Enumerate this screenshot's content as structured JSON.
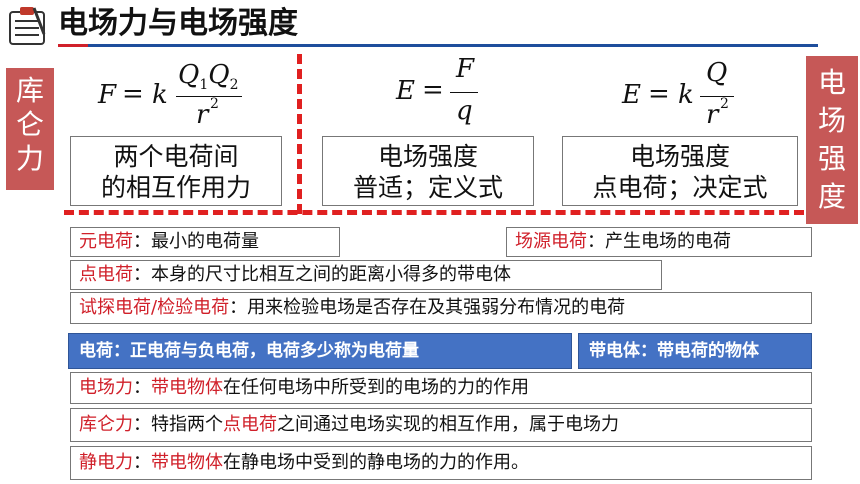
{
  "header": {
    "title": "电场力与电场强度"
  },
  "left_label": {
    "chars": [
      "库",
      "仑",
      "力"
    ]
  },
  "right_label": {
    "chars": [
      "电",
      "场",
      "强",
      "度"
    ]
  },
  "formulas": {
    "coulomb": {
      "lhs": "F",
      "eq": "=",
      "k": "k",
      "num_q1": "Q",
      "sub1": "1",
      "num_q2": "Q",
      "sub2": "2",
      "den": "r",
      "exp": "2"
    },
    "definition": {
      "lhs": "E",
      "eq": "=",
      "num": "F",
      "den": "q"
    },
    "point": {
      "lhs": "E",
      "eq": "=",
      "k": "k",
      "num": "Q",
      "den": "r",
      "exp": "2"
    }
  },
  "formula_boxes": [
    {
      "line1": "两个电荷间",
      "line2": "的相互作用力"
    },
    {
      "line1": "电场强度",
      "line2": "普适；定义式"
    },
    {
      "line1": "电场强度",
      "line2": "点电荷；决定式"
    }
  ],
  "definitions": {
    "elementary": {
      "term": "元电荷",
      "text": "：最小的电荷量"
    },
    "source": {
      "term": "场源电荷",
      "text": "：产生电场的电荷"
    },
    "point": {
      "term": "点电荷",
      "text": "：本身的尺寸比相互之间的距离小得多的带电体"
    },
    "test": {
      "term": "试探电荷/检验电荷",
      "text": "：用来检验电场是否存在及其强弱分布情况的电荷"
    }
  },
  "blue_boxes": {
    "charge": "电荷：正电荷与负电荷，电荷多少称为电荷量",
    "charged_body": "带电体：带电荷的物体"
  },
  "forces": {
    "field_force": {
      "term": "电场力",
      "sep": "：",
      "hl": "带电物体",
      "text": "在任何电场中所受到的电场的力的作用"
    },
    "coulomb_force": {
      "term": "库仑力",
      "pre": "：特指两个",
      "hl": "点电荷",
      "text": "之间通过电场实现的相互作用，属于电场力"
    },
    "electrostatic_force": {
      "term": "静电力",
      "sep": "：",
      "hl": "带电物体",
      "text": "在静电场中受到的静电场的力的作用。"
    }
  }
}
